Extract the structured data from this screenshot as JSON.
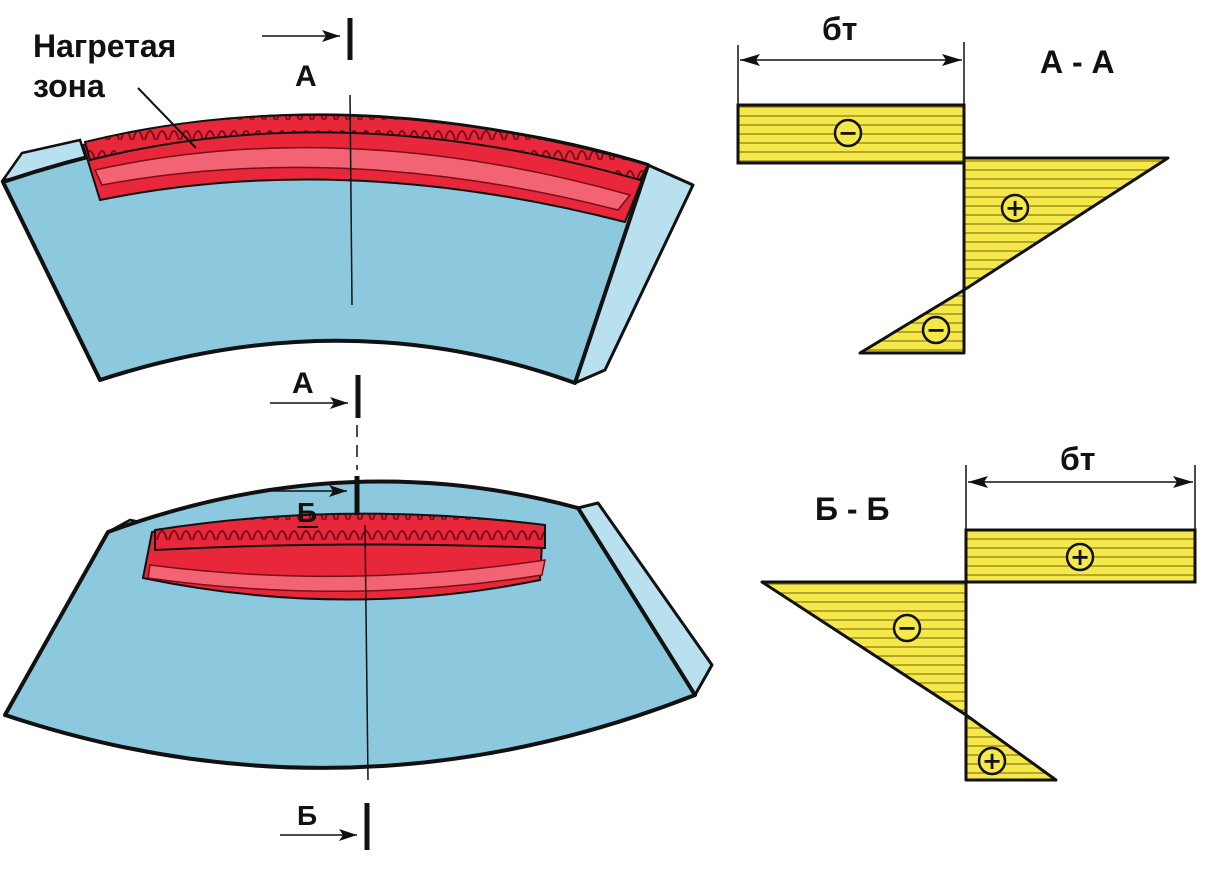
{
  "labels": {
    "heated_zone_line1": "Нагретая",
    "heated_zone_line2": "зона",
    "cut_a_top": "А",
    "cut_a_bottom": "А",
    "cut_b_top": "Б",
    "cut_b_bottom": "Б",
    "section_aa": "А - А",
    "section_bb": "Б - Б",
    "sigma_t_aa": "бт",
    "sigma_t_bb": "бт"
  },
  "signs": {
    "aa_top": "−",
    "aa_mid": "+",
    "aa_bot": "−",
    "bb_top": "+",
    "bb_mid": "−",
    "bb_bot": "+"
  },
  "colors": {
    "plate": "#8cc9df",
    "plate_edge": "#b9e0ee",
    "heated": "#e8283a",
    "heated_light": "#f26473",
    "stress_fill": "#f5e84a",
    "stroke": "#111111"
  }
}
